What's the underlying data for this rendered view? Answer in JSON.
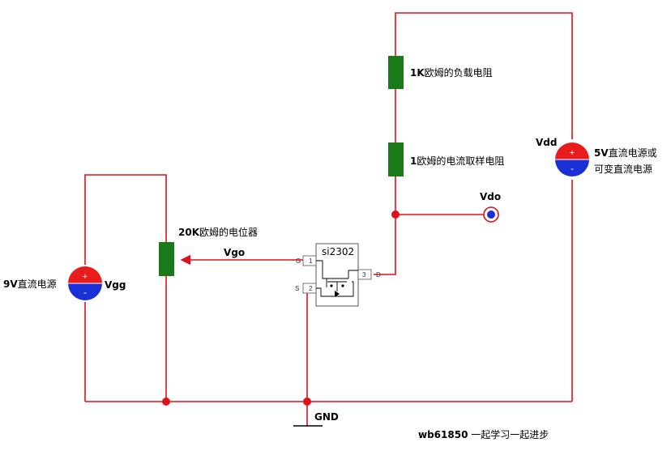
{
  "labels": {
    "load_resistor": "欧姆的负载电阻",
    "load_resistor_value": "1K",
    "sense_resistor": "欧姆的电流取样电阻",
    "sense_resistor_value": "1",
    "pot": "欧姆的电位器",
    "pot_value": "20K",
    "vdd_name": "Vdd",
    "vdd_source_line1": "直流电源或",
    "vdd_source_value": "5V",
    "vdd_source_line2": "可变直流电源",
    "vgg_name": "Vgg",
    "vgg_source": "直流电源",
    "vgg_source_value": "9V",
    "vgo": "Vgo",
    "vdo": "Vdo",
    "gnd": "GND",
    "mosfet": "si2302",
    "mosfet_top": "",
    "pin_g": "G",
    "pin_s": "S",
    "pin_d": "D",
    "pin_1": "1",
    "pin_2": "2",
    "pin_3": "3",
    "plus": "+",
    "minus": "-",
    "footer_id": "wb61850",
    "footer_text": "一起学习一起进步"
  },
  "colors": {
    "wire": "#e0101a",
    "resistor": "#1a7a1a",
    "source_top": "#e81c1c",
    "source_bottom": "#1a2fd6",
    "probe": "#1a2fd6"
  }
}
